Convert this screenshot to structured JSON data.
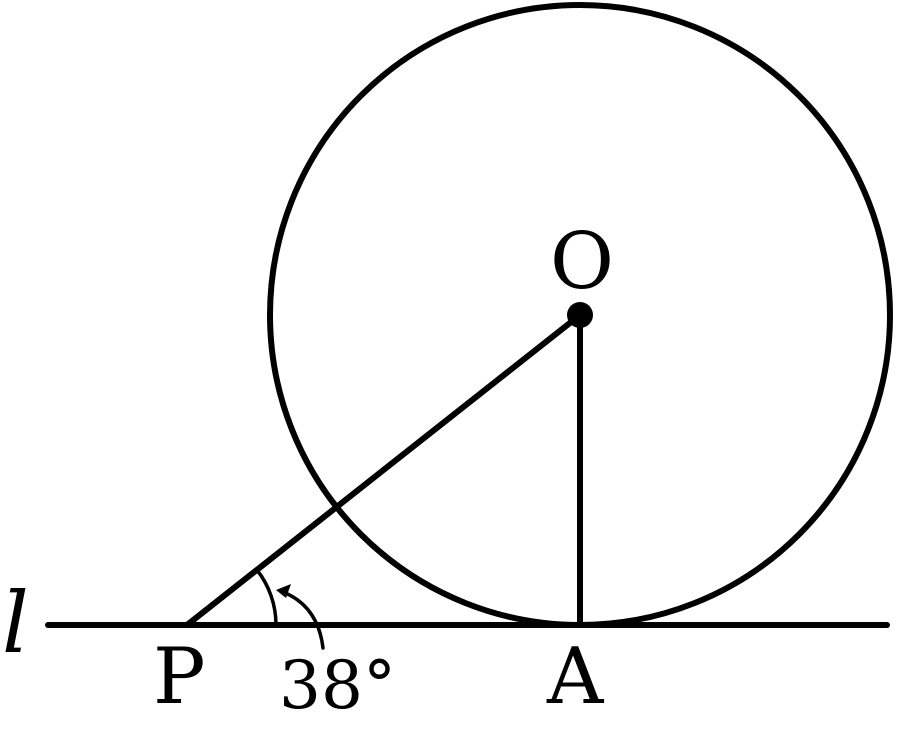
{
  "figure": {
    "line_label": "l",
    "point_p": "P",
    "point_a": "A",
    "center_o": "O",
    "angle_label": "38°",
    "angle_degrees": 38
  },
  "colors": {
    "ink": "#000000",
    "background": "#ffffff"
  }
}
